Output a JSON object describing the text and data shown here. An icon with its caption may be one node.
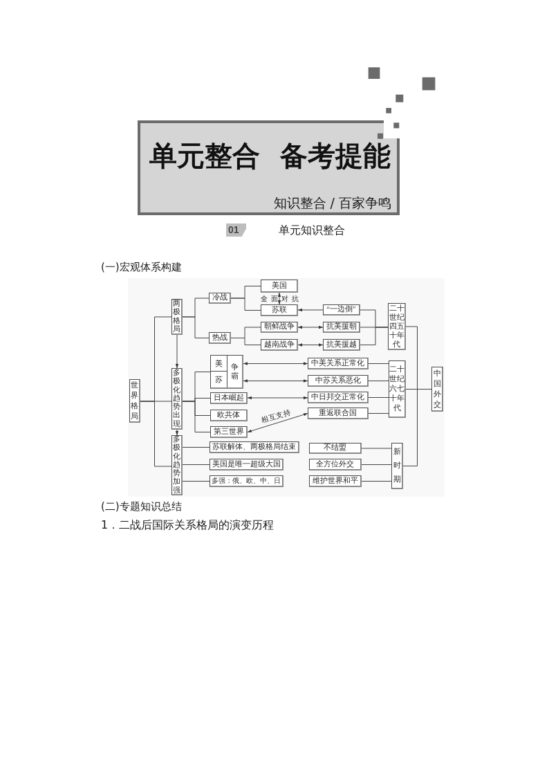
{
  "diagram": {
    "title": "单元整合 备考提能",
    "nodes": [
      {
        "text": [
          "世界格局"
        ]
      },
      {
        "text": [
          "两极格局"
        ]
      },
      {
        "text": [
          "冷战"
        ]
      },
      {
        "text": [
          "热战"
        ]
      },
      {
        "text": [
          "美国"
        ]
      },
      {
        "text": [
          "苏联"
        ]
      },
      {
        "text": [
          "朝鲜战争"
        ]
      },
      {
        "text": [
          "越南战争"
        ]
      },
      {
        "text": [
          "“一边倒”"
        ]
      },
      {
        "text": [
          "抗美援朝"
        ]
      },
      {
        "text": [
          "抗美援越"
        ]
      },
      {
        "text": [
          "二十世纪四五十年代"
        ]
      },
      {
        "text": [
          "多极化趋势出现"
        ]
      },
      {
        "text": [
          "美",
          "苏",
          "争霸"
        ]
      },
      {
        "text": [
          "日本崛起"
        ]
      },
      {
        "text": [
          "欧共体"
        ]
      },
      {
        "text": [
          "第三世界"
        ]
      },
      {
        "text": [
          "中美关系正常化"
        ]
      },
      {
        "text": [
          "中苏关系恶化"
        ]
      },
      {
        "text": [
          "中日邦交正常化"
        ]
      },
      {
        "text": [
          "重返联合国"
        ]
      },
      {
        "text": [
          "二十世纪六七十年代"
        ]
      },
      {
        "text": [
          "中国外交"
        ]
      },
      {
        "text": [
          "多极化趋势加强"
        ]
      },
      {
        "text": [
          "苏联解体、两极格局结束"
        ]
      },
      {
        "text": [
          "美国是唯一超级大国"
        ]
      },
      {
        "text": [
          "多强：俄、欧、中、日"
        ]
      },
      {
        "text": [
          "不结盟"
        ]
      },
      {
        "text": [
          "全方位外交"
        ]
      },
      {
        "text": [
          "维护世界和平"
        ]
      },
      {
        "text": [
          "新时期"
        ]
      }
    ],
    "edges": [
      {
        "from": 0,
        "to": 1,
        "arrow": "none"
      },
      {
        "from": 0,
        "to": 12,
        "arrow": "none"
      },
      {
        "from": 0,
        "to": 23,
        "arrow": "none"
      },
      {
        "from": 1,
        "to": 12,
        "arrow": "to"
      },
      {
        "from": 12,
        "to": 23,
        "arrow": "to"
      },
      {
        "from": 1,
        "to": 2,
        "arrow": "none"
      },
      {
        "from": 1,
        "to": 3,
        "arrow": "none"
      },
      {
        "from": 2,
        "to": 4,
        "arrow": "none"
      },
      {
        "from": 2,
        "to": 5,
        "arrow": "none"
      },
      {
        "from": 3,
        "to": 6,
        "arrow": "none"
      },
      {
        "from": 3,
        "to": 7,
        "arrow": "none"
      },
      {
        "from": 4,
        "to": 5,
        "arrow": "both",
        "label": "全面对抗"
      },
      {
        "from": 8,
        "to": 5,
        "arrow": "to"
      },
      {
        "from": 6,
        "to": 9,
        "arrow": "both"
      },
      {
        "from": 7,
        "to": 10,
        "arrow": "both"
      },
      {
        "from": 8,
        "to": 11,
        "arrow": "none"
      },
      {
        "from": 9,
        "to": 11,
        "arrow": "none"
      },
      {
        "from": 10,
        "to": 11,
        "arrow": "none"
      },
      {
        "from": 12,
        "to": 13,
        "arrow": "none"
      },
      {
        "from": 12,
        "to": 14,
        "arrow": "none"
      },
      {
        "from": 12,
        "to": 15,
        "arrow": "none"
      },
      {
        "from": 12,
        "to": 16,
        "arrow": "none"
      },
      {
        "from": 13,
        "to": 17,
        "arrow": "both"
      },
      {
        "from": 13,
        "to": 18,
        "arrow": "both"
      },
      {
        "from": 14,
        "to": 19,
        "arrow": "both"
      },
      {
        "from": 16,
        "to": 20,
        "arrow": "both",
        "label": "相互支持"
      },
      {
        "from": 17,
        "to": 21,
        "arrow": "none"
      },
      {
        "from": 18,
        "to": 21,
        "arrow": "none"
      },
      {
        "from": 19,
        "to": 21,
        "arrow": "none"
      },
      {
        "from": 20,
        "to": 21,
        "arrow": "none"
      },
      {
        "from": 21,
        "to": 22,
        "arrow": "none"
      },
      {
        "from": 11,
        "to": 22,
        "arrow": "none"
      },
      {
        "from": 30,
        "to": 22,
        "arrow": "none"
      },
      {
        "from": 23,
        "to": 24,
        "arrow": "none"
      },
      {
        "from": 23,
        "to": 25,
        "arrow": "none"
      },
      {
        "from": 23,
        "to": 26,
        "arrow": "none"
      },
      {
        "from": 27,
        "to": 30,
        "arrow": "none"
      },
      {
        "from": 28,
        "to": 30,
        "arrow": "none"
      },
      {
        "from": 29,
        "to": 30,
        "arrow": "none"
      }
    ],
    "labels": [
      "知识整合 / 百家争鸣",
      "01",
      "单元知识整合",
      "(一)宏观体系构建",
      "(二)专题知识总结",
      "1．二战后国际关系格局的演变历程"
    ]
  }
}
